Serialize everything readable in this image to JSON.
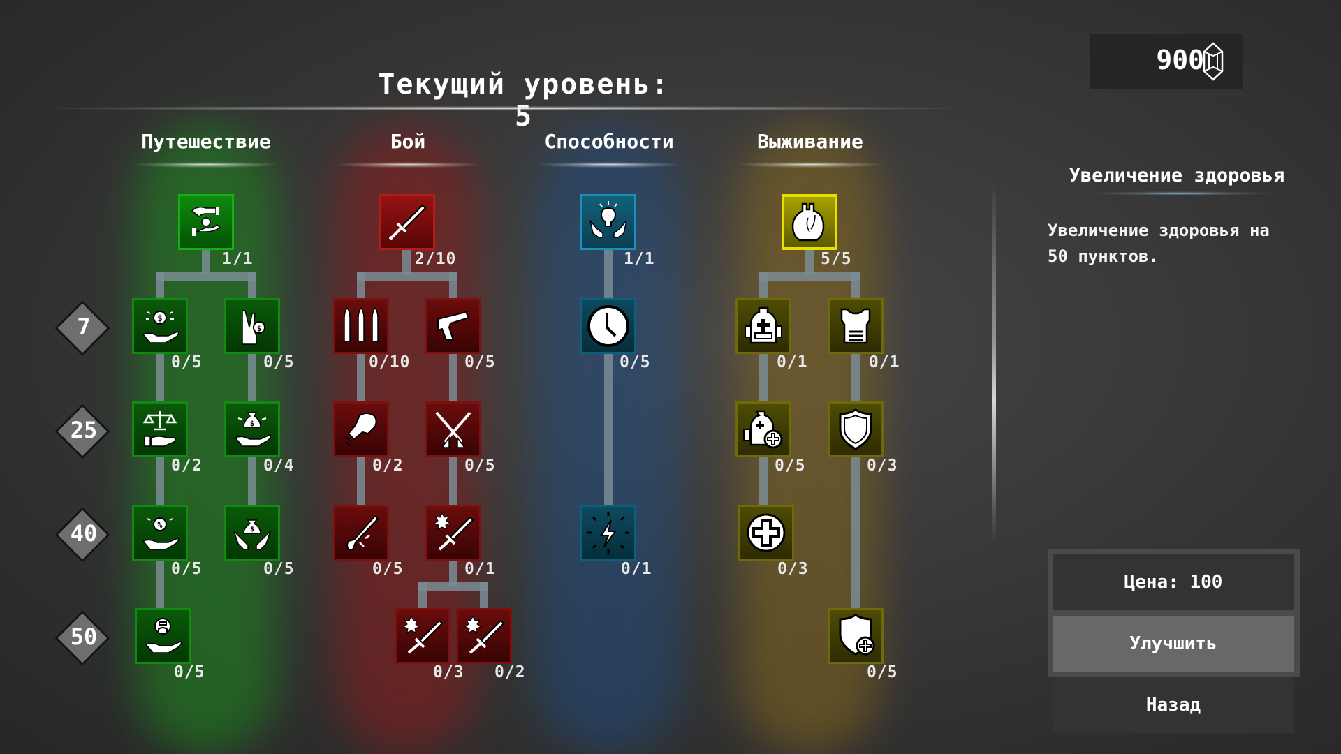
{
  "header": {
    "title": "Текущий уровень: 5",
    "currency_amount": "900",
    "currency_icon": "crystal-icon"
  },
  "columns": [
    {
      "key": "travel",
      "label": "Путешествие",
      "color": "#108a10"
    },
    {
      "key": "combat",
      "label": "Бой",
      "color": "#b51a1a"
    },
    {
      "key": "abilities",
      "label": "Способности",
      "color": "#1a8fbb"
    },
    {
      "key": "survival",
      "label": "Выживание",
      "color": "#e6e000"
    }
  ],
  "level_markers": [
    "7",
    "25",
    "40",
    "50"
  ],
  "skills": {
    "travel": [
      {
        "icon": "hands-exchange-coin-icon",
        "count": "1/1"
      },
      {
        "icon": "hand-coin-shine-icon",
        "count": "0/5"
      },
      {
        "icon": "hand-holding-coin-icon",
        "count": "0/5"
      },
      {
        "icon": "scales-hand-icon",
        "count": "0/2"
      },
      {
        "icon": "hand-money-bag-icon",
        "count": "0/4"
      },
      {
        "icon": "hand-percent-icon",
        "count": "0/5"
      },
      {
        "icon": "hands-money-bag-icon",
        "count": "0/5"
      },
      {
        "icon": "hand-merchant-icon",
        "count": "0/5"
      }
    ],
    "combat": [
      {
        "icon": "sword-icon",
        "count": "2/10"
      },
      {
        "icon": "bullets-icon",
        "count": "0/10"
      },
      {
        "icon": "pistol-icon",
        "count": "0/5"
      },
      {
        "icon": "fist-icon",
        "count": "0/2"
      },
      {
        "icon": "crossed-rifles-icon",
        "count": "0/5"
      },
      {
        "icon": "shotgun-icon",
        "count": "0/5"
      },
      {
        "icon": "sword-critical-icon",
        "count": "0/1"
      },
      {
        "icon": "sword-critical-icon",
        "count": "0/3"
      },
      {
        "icon": "sword-critical-icon",
        "count": "0/2"
      }
    ],
    "abilities": [
      {
        "icon": "hands-lightbulb-icon",
        "count": "1/1"
      },
      {
        "icon": "clock-icon",
        "count": "0/5"
      },
      {
        "icon": "lightning-icon",
        "count": "0/1"
      }
    ],
    "survival": [
      {
        "icon": "heart-icon",
        "count": "5/5"
      },
      {
        "icon": "medkit-backpack-icon",
        "count": "0/1"
      },
      {
        "icon": "armor-vest-icon",
        "count": "0/1"
      },
      {
        "icon": "medkit-backpack-plus-icon",
        "count": "0/5"
      },
      {
        "icon": "shield-icon",
        "count": "0/3"
      },
      {
        "icon": "health-plus-icon",
        "count": "0/3"
      },
      {
        "icon": "shield-plus-icon",
        "count": "0/5"
      }
    ]
  },
  "details": {
    "title": "Увеличение здоровья",
    "description": "Увеличение здоровья на 50 пунктов."
  },
  "actions": {
    "price_label": "Цена: 100",
    "upgrade_label": "Улучшить",
    "back_label": "Назад"
  }
}
